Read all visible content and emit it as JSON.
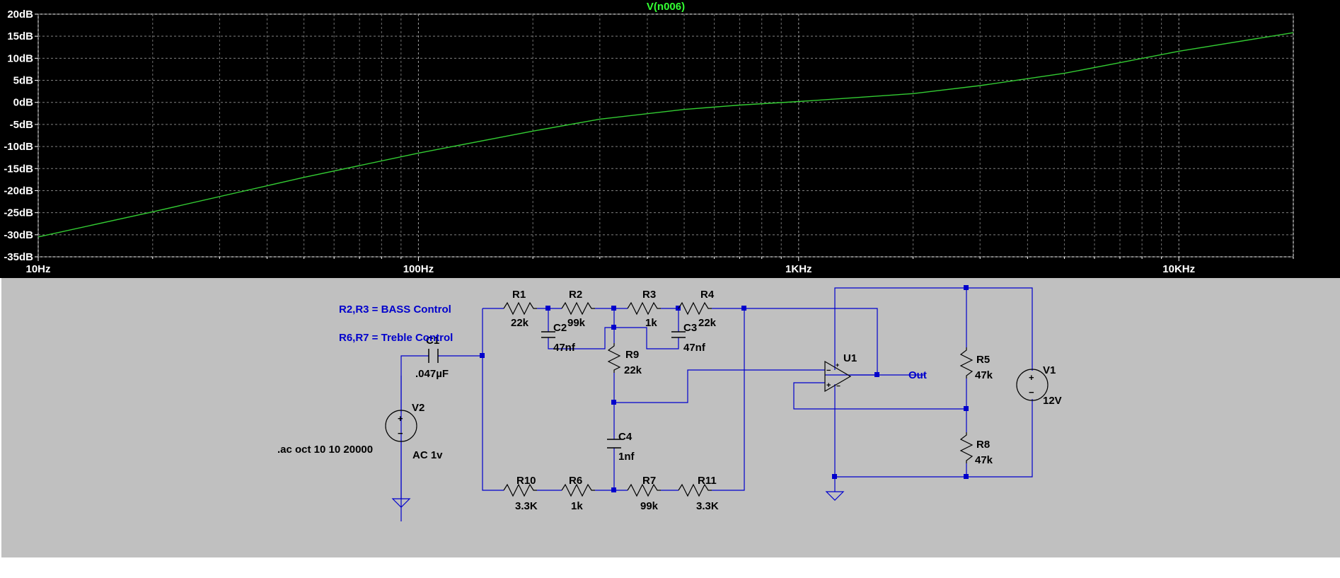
{
  "chart_data": {
    "type": "line",
    "title": "V(n006)",
    "x_scale": "log",
    "xlim": [
      10,
      20000
    ],
    "ylim": [
      -35,
      20
    ],
    "x_ticks": [
      {
        "value": 10,
        "label": "10Hz"
      },
      {
        "value": 100,
        "label": "100Hz"
      },
      {
        "value": 1000,
        "label": "1KHz"
      },
      {
        "value": 10000,
        "label": "10KHz"
      }
    ],
    "y_ticks": [
      {
        "value": 20,
        "label": "20dB"
      },
      {
        "value": 15,
        "label": "15dB"
      },
      {
        "value": 10,
        "label": "10dB"
      },
      {
        "value": 5,
        "label": "5dB"
      },
      {
        "value": 0,
        "label": "0dB"
      },
      {
        "value": -5,
        "label": "-5dB"
      },
      {
        "value": -10,
        "label": "-10dB"
      },
      {
        "value": -15,
        "label": "-15dB"
      },
      {
        "value": -20,
        "label": "-20dB"
      },
      {
        "value": -25,
        "label": "-25dB"
      },
      {
        "value": -30,
        "label": "-30dB"
      },
      {
        "value": -35,
        "label": "-35dB"
      }
    ],
    "grid": true,
    "series": [
      {
        "color": "#33cc33",
        "x": [
          10,
          20,
          50,
          100,
          200,
          300,
          500,
          700,
          1000,
          2000,
          3000,
          5000,
          7000,
          10000,
          20000
        ],
        "y": [
          -30.5,
          -24.8,
          -17,
          -11.5,
          -6.5,
          -3.8,
          -1.6,
          -0.6,
          0.2,
          2,
          3.8,
          6.6,
          9,
          11.6,
          15.8
        ]
      }
    ]
  },
  "colors": {
    "plot_background": "#000000",
    "trace": "#33cc33",
    "title": "#33ff33",
    "schematic_background": "#c0c0c0",
    "wire": "#0000cc",
    "label": "#000000",
    "note": "#0000cc"
  },
  "schematic": {
    "notes": {
      "bass": "R2,R3 = BASS Control",
      "treble": "R6,R7 = Treble Control",
      "directive": ".ac oct 10 10 20000",
      "out_net": "Out"
    },
    "components": {
      "R1": {
        "name": "R1",
        "value": "22k"
      },
      "R2": {
        "name": "R2",
        "value": "99k"
      },
      "R3": {
        "name": "R3",
        "value": "1k"
      },
      "R4": {
        "name": "R4",
        "value": "22k"
      },
      "R5": {
        "name": "R5",
        "value": "47k"
      },
      "R6": {
        "name": "R6",
        "value": "1k"
      },
      "R7": {
        "name": "R7",
        "value": "99k"
      },
      "R8": {
        "name": "R8",
        "value": "47k"
      },
      "R9": {
        "name": "R9",
        "value": "22k"
      },
      "R10": {
        "name": "R10",
        "value": "3.3K"
      },
      "R11": {
        "name": "R11",
        "value": "3.3K"
      },
      "C1": {
        "name": "C1",
        "value": ".047µF"
      },
      "C2": {
        "name": "C2",
        "value": "47nf"
      },
      "C3": {
        "name": "C3",
        "value": "47nf"
      },
      "C4": {
        "name": "C4",
        "value": "1nf"
      },
      "U1": {
        "name": "U1"
      },
      "V1": {
        "name": "V1",
        "value": "12V"
      },
      "V2": {
        "name": "V2",
        "value": "AC 1v"
      }
    }
  }
}
